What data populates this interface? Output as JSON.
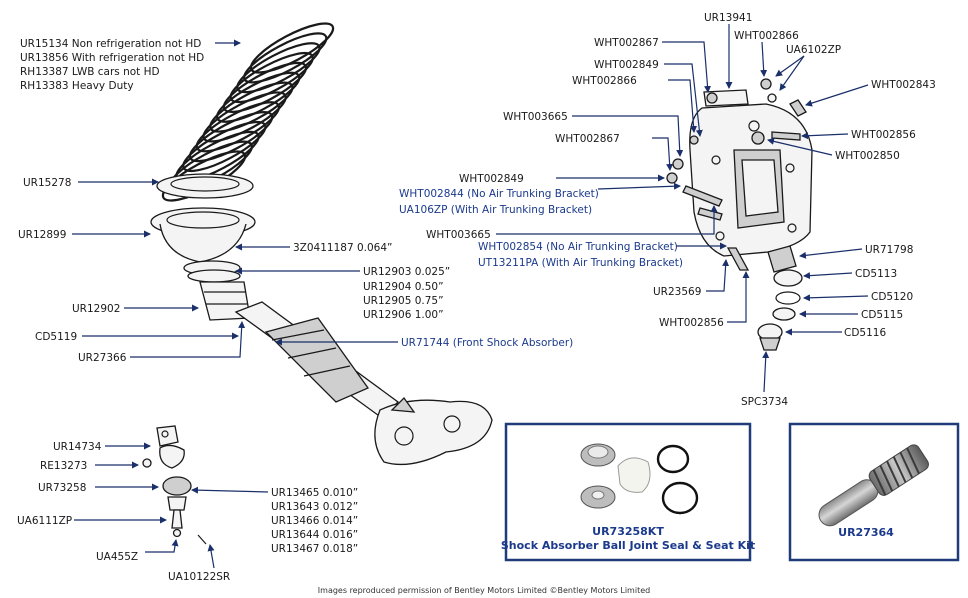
{
  "labels": {
    "ur15134": "UR15134 Non refrigeration not HD",
    "ur13856": "UR13856 With refrigeration not HD",
    "rh13387": "RH13387 LWB cars not HD",
    "rh13383": "RH13383 Heavy Duty",
    "ur15278": "UR15278",
    "ur12899": "UR12899",
    "z3z0411187": "3Z0411187 0.064”",
    "ur12903": "UR12903 0.025”",
    "ur12904": "UR12904 0.50”",
    "ur12905": "UR12905 0.75”",
    "ur12906": "UR12906 1.00”",
    "ur12902": "UR12902",
    "cd5119": "CD5119",
    "ur27366": "UR27366",
    "ur71744": "UR71744 (Front Shock Absorber)",
    "ur14734": "UR14734",
    "re13273": "RE13273",
    "ur73258": "UR73258",
    "ua6111zp": "UA6111ZP",
    "ua455z": "UA455Z",
    "ua10122sr": "UA10122SR",
    "ur13465": "UR13465 0.010”",
    "ur13643": "UR13643 0.012”",
    "ur13466": "UR13466 0.014”",
    "ur13644": "UR13644 0.016”",
    "ur13467": "UR13467 0.018”",
    "ur13941": "UR13941",
    "wht002867a": "WHT002867",
    "wht002866a": "WHT002866",
    "ua6102zp": "UA6102ZP",
    "wht002849a": "WHT002849",
    "wht002866b": "WHT002866",
    "wht002843": "WHT002843",
    "wht003665a": "WHT003665",
    "wht002856a": "WHT002856",
    "wht002867b": "WHT002867",
    "wht002850": "WHT002850",
    "wht002849b": "WHT002849",
    "wht002844": "WHT002844 (No Air Trunking Bracket)",
    "ua106zp": "UA106ZP (With Air Trunking Bracket)",
    "wht003665b": "WHT003665",
    "wht002854": "WHT002854 (No Air Trunking Bracket)",
    "ut13211pa": "UT13211PA (With Air Trunking Bracket)",
    "ur71798": "UR71798",
    "cd5113": "CD5113",
    "ur23569": "UR23569",
    "cd5120": "CD5120",
    "cd5115": "CD5115",
    "wht002856b": "WHT002856",
    "cd5116": "CD5116",
    "spc3734": "SPC3734"
  },
  "kit": {
    "code": "UR73258KT",
    "title": "Shock Absorber Ball Joint Seal & Seat Kit"
  },
  "part_photo": {
    "code": "UR27364"
  },
  "footer": "Images reproduced permission of Bentley Motors Limited ©Bentley Motors Limited",
  "colors": {
    "leader": "#1b2f6b",
    "frame": "#1f3b7a",
    "blue_text": "#1b3a8c"
  }
}
